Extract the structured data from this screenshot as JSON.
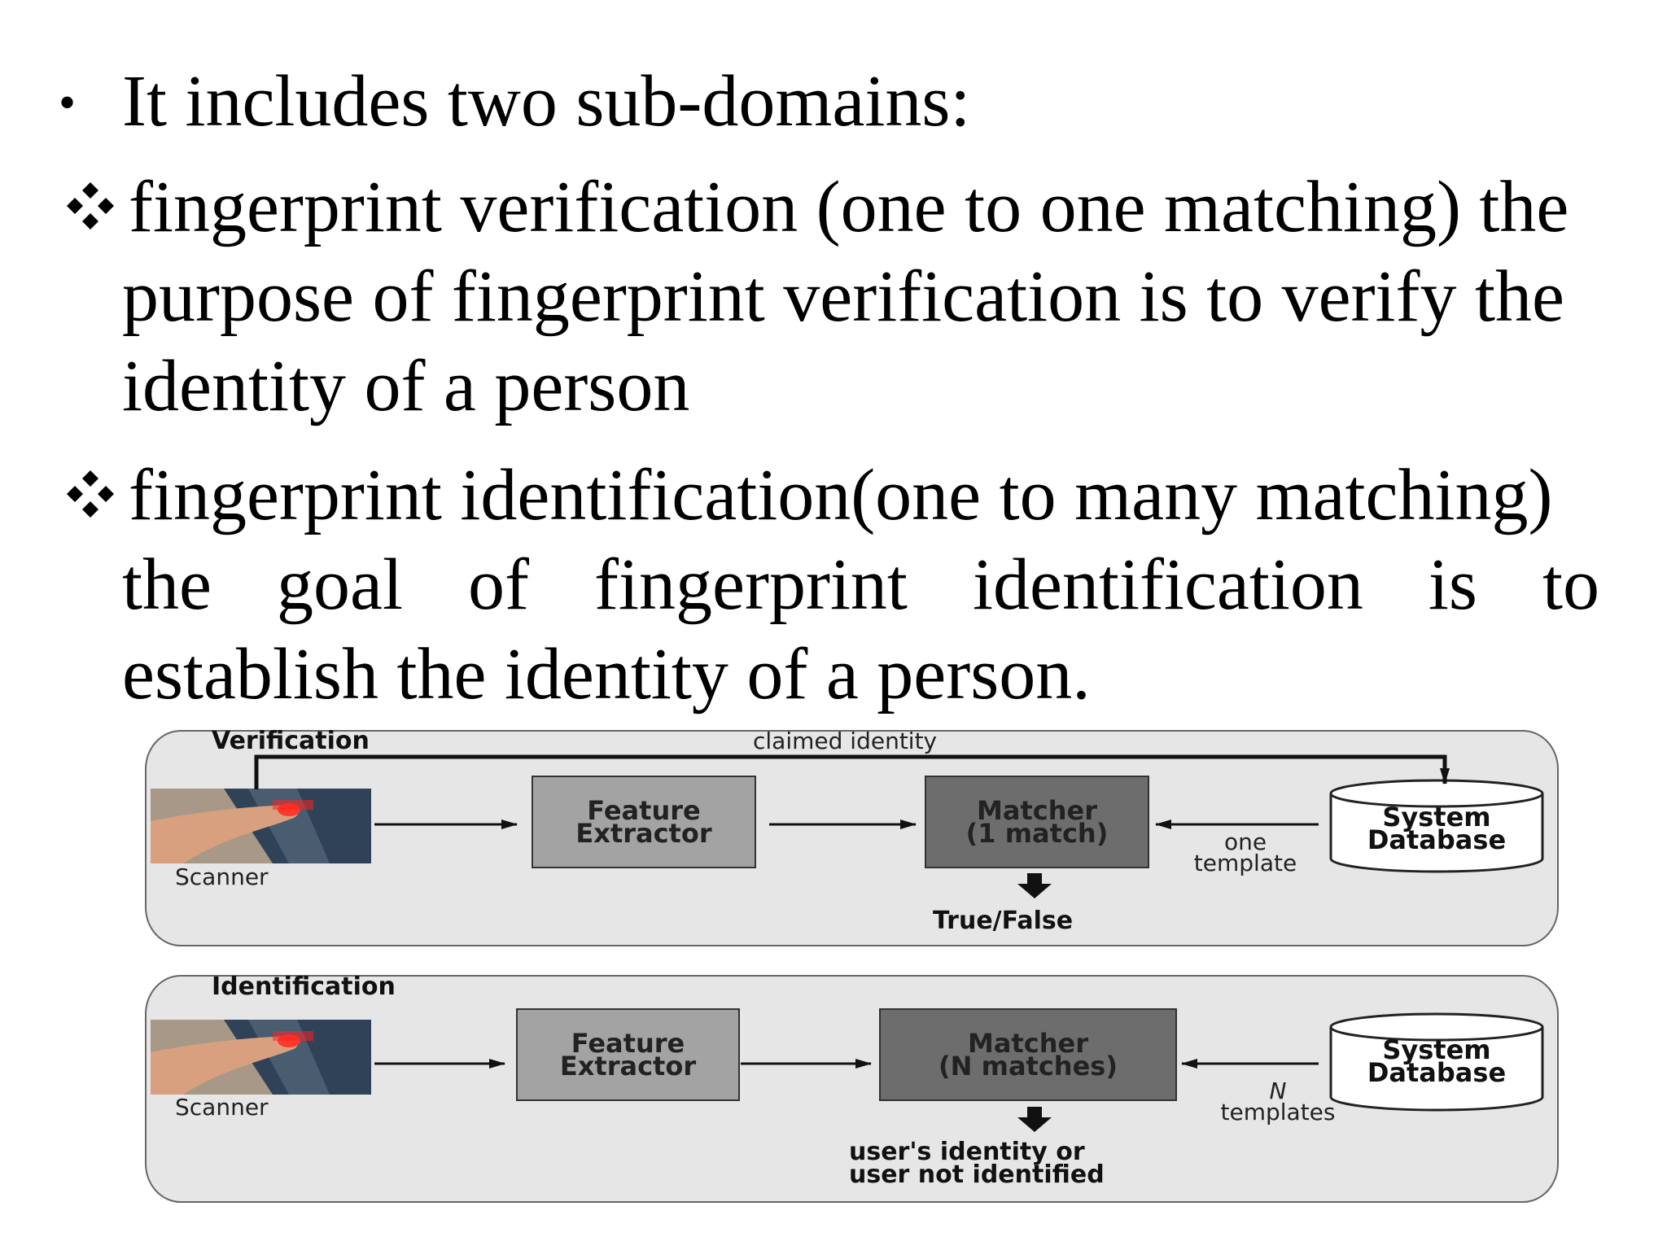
{
  "bullets": {
    "intro": "It includes two sub-domains:",
    "verification_lines": [
      "fingerprint verification (one to one matching) the",
      "purpose of fingerprint verification is to verify the",
      "identity of a person"
    ],
    "identification_lines": [
      "fingerprint identification(one to many matching)",
      "the goal of fingerprint identification is to",
      "establish the identity of a person."
    ]
  },
  "verification_diagram": {
    "title": "Verification",
    "claimed_identity": "claimed identity",
    "scanner_label": "Scanner",
    "feature_extractor": [
      "Feature",
      "Extractor"
    ],
    "matcher": [
      "Matcher",
      "(1 match)"
    ],
    "template_label": [
      "one",
      "template"
    ],
    "database": [
      "System",
      "Database"
    ],
    "result": "True/False"
  },
  "identification_diagram": {
    "title": "Identification",
    "scanner_label": "Scanner",
    "feature_extractor": [
      "Feature",
      "Extractor"
    ],
    "matcher": [
      "Matcher",
      "(N matches)"
    ],
    "template_label": [
      "N",
      "templates"
    ],
    "database": [
      "System",
      "Database"
    ],
    "result": [
      "user's identity or",
      "user not identified"
    ]
  },
  "colors": {
    "diagram_bg": "#e6e6e6",
    "feature_box": "#a3a3a3",
    "matcher_box": "#6d6d6d",
    "scanner_light": "#ff2020"
  }
}
